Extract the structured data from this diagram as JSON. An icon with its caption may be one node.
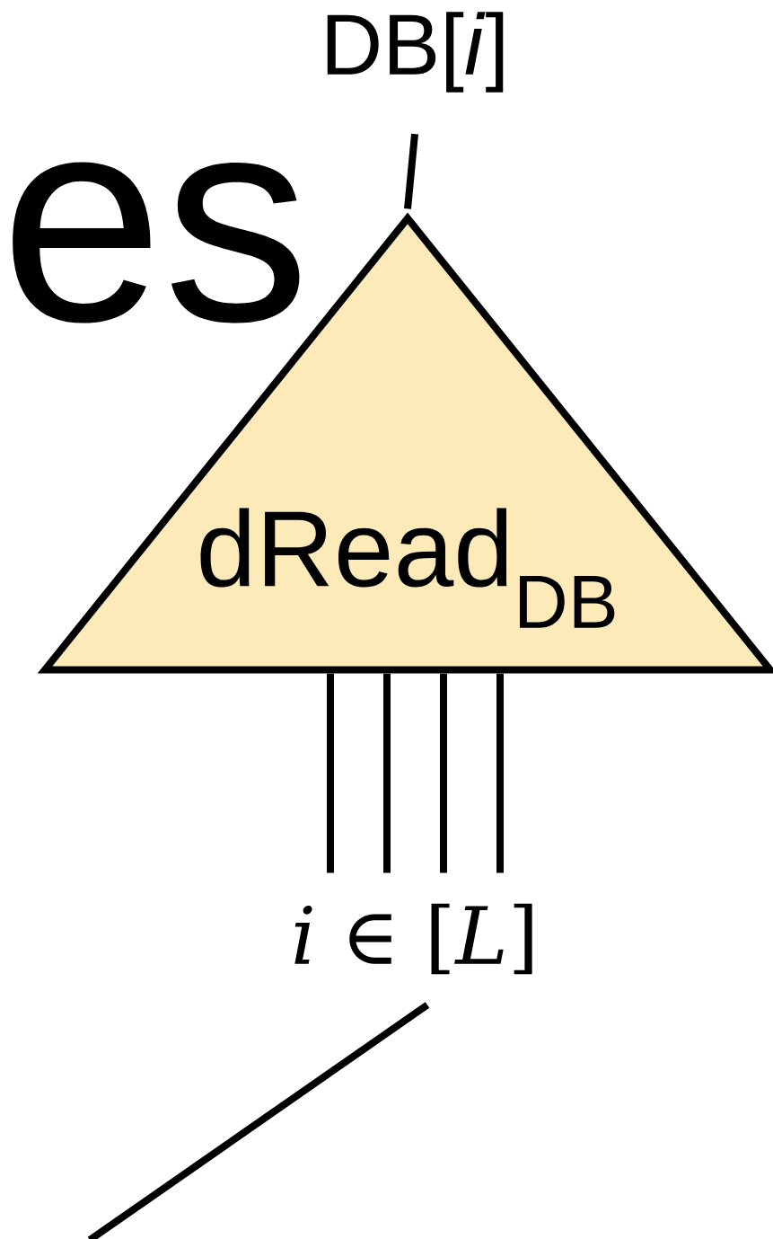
{
  "diagram": {
    "nodes": [
      {
        "text": [
          "dRead$_{DB}$"
        ]
      },
      {
        "text": [
          "DB[*i*]"
        ]
      },
      {
        "text": [
          "*i* ∈ [*L*]"
        ]
      }
    ],
    "edges": [
      {
        "from": 0,
        "to": 1,
        "arrow": "none"
      },
      {
        "from": 0,
        "to": 2,
        "arrow": "none"
      },
      {
        "from": 0,
        "to": 2,
        "arrow": "none"
      },
      {
        "from": 0,
        "to": 2,
        "arrow": "none"
      },
      {
        "from": 0,
        "to": 2,
        "arrow": "none"
      },
      {
        "from": 2,
        "to": null,
        "arrow": "none"
      }
    ],
    "labels": [
      "es"
    ]
  }
}
